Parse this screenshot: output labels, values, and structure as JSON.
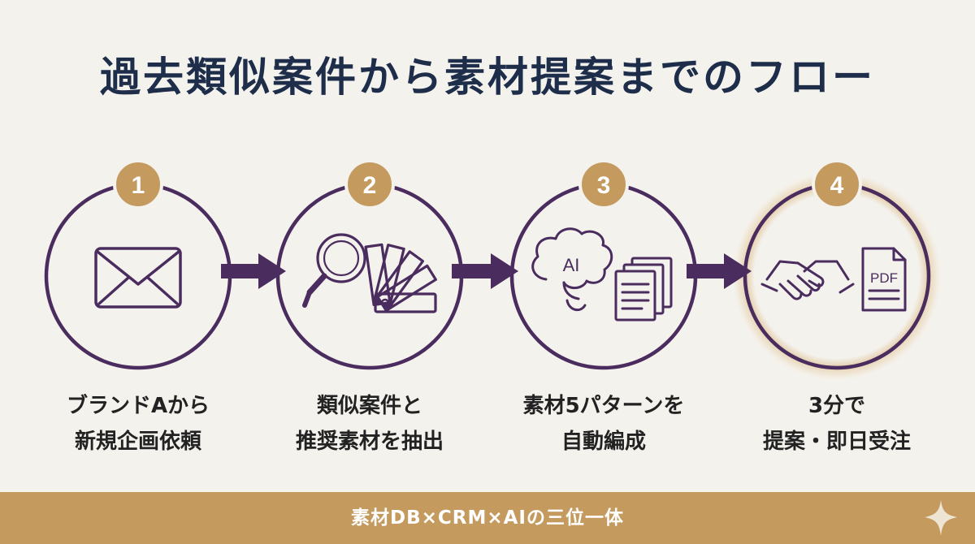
{
  "title": "過去類似案件から素材提案までのフロー",
  "steps": [
    {
      "number": "1",
      "lines": [
        "ブランドAから",
        "新規企画依頼"
      ],
      "icon": "envelope-icon"
    },
    {
      "number": "2",
      "lines": [
        "類似案件と",
        "推奨素材を抽出"
      ],
      "icon": "magnifier-swatch-icon"
    },
    {
      "number": "3",
      "lines": [
        "素材5パターンを",
        "自動編成"
      ],
      "icon": "ai-brain-documents-icon"
    },
    {
      "number": "4",
      "lines": [
        "3分で",
        "提案・即日受注"
      ],
      "icon": "handshake-pdf-icon"
    }
  ],
  "ai_text": "AI",
  "pdf_text": "PDF",
  "footer": "素材DB×CRM×AIの三位一体",
  "colors": {
    "circle": "#4a2c5e",
    "badge": "#c49a5f",
    "arrow": "#4a2c5e",
    "title": "#1d2d4a",
    "footer": "#c49a5f",
    "highlight_glow": "#d8b47a"
  }
}
